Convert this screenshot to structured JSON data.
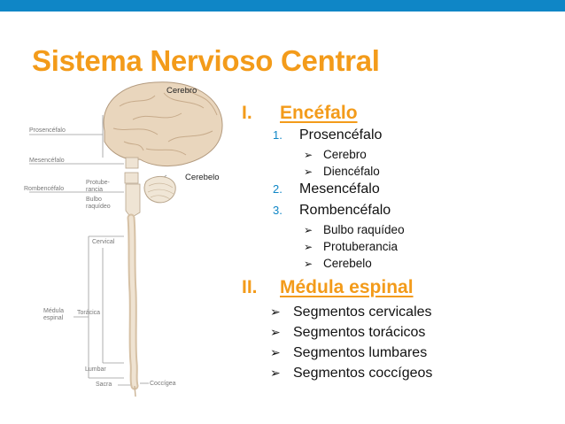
{
  "slide": {
    "title": "Sistema Nervioso Central",
    "accent_color": "#f39b1a",
    "bar_color": "#0f86c6"
  },
  "figure": {
    "labels": {
      "cerebro": "Cerebro",
      "cerebelo": "Cerebelo"
    },
    "small_labels": {
      "prosencefalo": "Prosencéfalo",
      "mesencefalo": "Mesencéfalo",
      "rombencefalo": "Rombencéfalo",
      "protuberancia_1": "Protube-",
      "protuberancia_2": "rancia",
      "bulbo_1": "Bulbo",
      "bulbo_2": "raquídeo",
      "cervical": "Cervical",
      "medula_1": "Médula",
      "medula_2": "espinal",
      "toracica": "Torácica",
      "lumbar": "Lumbar",
      "sacra": "Sacra",
      "coccigea": "Coccígea"
    }
  },
  "outline": {
    "section1": {
      "number": "I.",
      "label": "Encéfalo",
      "items": [
        {
          "number": "1.",
          "label": "Prosencéfalo",
          "sub": [
            "Cerebro",
            "Diencéfalo"
          ]
        },
        {
          "number": "2.",
          "label": "Mesencéfalo",
          "sub": []
        },
        {
          "number": "3.",
          "label": "Rombencéfalo",
          "sub": [
            "Bulbo raquídeo",
            "Protuberancia",
            "Cerebelo"
          ]
        }
      ]
    },
    "section2": {
      "number": "II.",
      "label": "Médula espinal",
      "items": [
        "Segmentos cervicales",
        "Segmentos torácicos",
        "Segmentos lumbares",
        "Segmentos coccígeos"
      ]
    },
    "bullet": "➢"
  }
}
